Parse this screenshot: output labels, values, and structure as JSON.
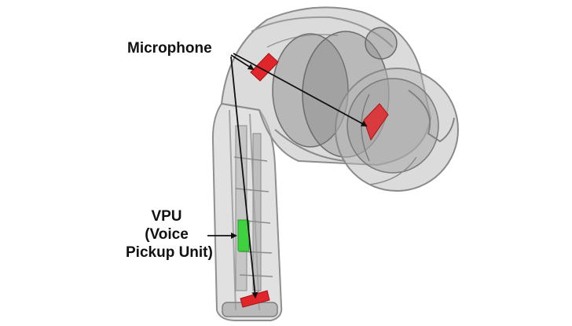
{
  "labels": {
    "microphone": "Microphone",
    "vpu_line1": "VPU",
    "vpu_line2": "(Voice",
    "vpu_line3": "Pickup Unit)"
  },
  "colors": {
    "background": "#ffffff",
    "shell": "#9c9c9c",
    "microphone": "#e0262a",
    "vpu": "#3fd13f",
    "arrow": "#111111"
  }
}
